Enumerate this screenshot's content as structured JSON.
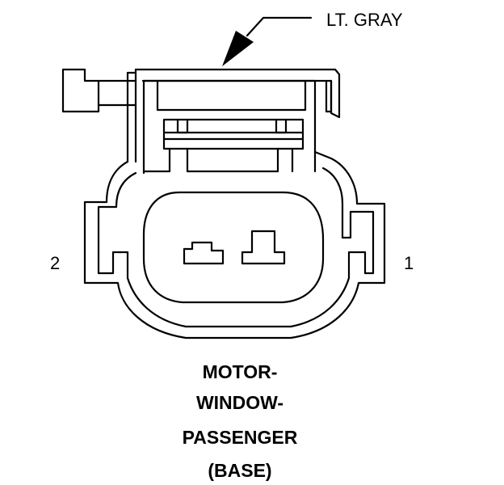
{
  "connector": {
    "color_label": "LT. GRAY",
    "pins": [
      {
        "id": "2",
        "label": "2"
      },
      {
        "id": "1",
        "label": "1"
      }
    ],
    "title_lines": [
      "MOTOR-",
      "WINDOW-",
      "PASSENGER",
      "(BASE)"
    ]
  }
}
